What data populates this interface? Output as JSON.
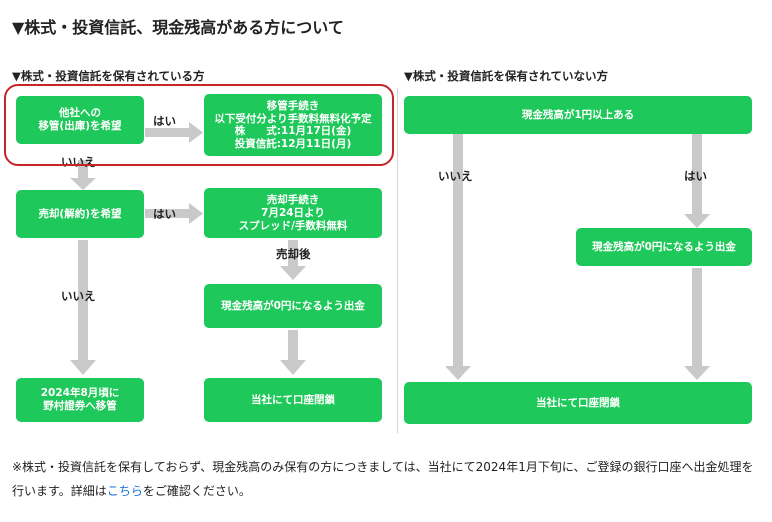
{
  "title": "▼株式・投資信託、現金残高がある方について",
  "left_section": {
    "heading": "▼株式・投資信託を保有されている方",
    "box_transfer_wish": [
      "他社への",
      "移管(出庫)を希望"
    ],
    "yes1": "はい",
    "box_transfer_proc": [
      "移管手続き",
      "以下受付分より手数料無料化予定",
      "株　　式:11月17日(金)",
      "投資信託:12月11日(月)"
    ],
    "no1": "いいえ",
    "box_sell_wish": "売却(解約)を希望",
    "yes2": "はい",
    "box_sell_proc": [
      "売却手続き",
      "7月24日より",
      "スプレッド/手数料無料"
    ],
    "after_sale": "売却後",
    "box_withdraw": "現金残高が0円になるよう出金",
    "no2": "いいえ",
    "box_nomura": [
      "2024年8月頃に",
      "野村證券へ移管"
    ],
    "box_close": "当社にて口座閉鎖"
  },
  "right_section": {
    "heading": "▼株式・投資信託を保有されていない方",
    "box_cash": "現金残高が1円以上ある",
    "no": "いいえ",
    "yes": "はい",
    "box_withdraw": "現金残高が0円になるよう出金",
    "box_close": "当社にて口座閉鎖"
  },
  "note": {
    "text_before_link": "※株式・投資信託を保有しておらず、現金残高のみ保有の方につきましては、当社にて2024年1月下旬に、ご登録の銀行口座へ出金処理を行います。詳細は",
    "link": "こちら",
    "text_after_link": "をご確認ください。"
  },
  "colors": {
    "box_green": "#1fc85a",
    "arrow_gray": "#c9c9c9",
    "highlight_red": "#c5262a",
    "link_blue": "#1a6fd6"
  }
}
